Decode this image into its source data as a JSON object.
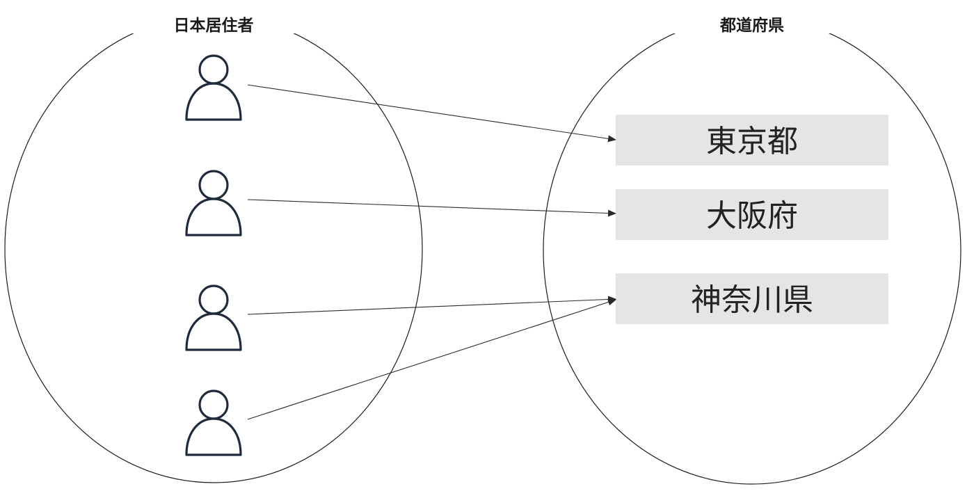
{
  "domain_set": {
    "title": "日本居住者",
    "members": [
      {
        "icon": "person-icon"
      },
      {
        "icon": "person-icon"
      },
      {
        "icon": "person-icon"
      },
      {
        "icon": "person-icon"
      }
    ]
  },
  "codomain_set": {
    "title": "都道府県",
    "items": [
      {
        "label": "東京都"
      },
      {
        "label": "大阪府"
      },
      {
        "label": "神奈川県"
      }
    ]
  },
  "mappings": [
    {
      "from": 0,
      "to": 0
    },
    {
      "from": 1,
      "to": 1
    },
    {
      "from": 2,
      "to": 2
    },
    {
      "from": 3,
      "to": 2
    }
  ],
  "colors": {
    "outline": "#1a1a1a",
    "person_stroke": "#1f2a3c",
    "box_fill": "#e5e5e5",
    "arrow": "#2a2a2a"
  }
}
